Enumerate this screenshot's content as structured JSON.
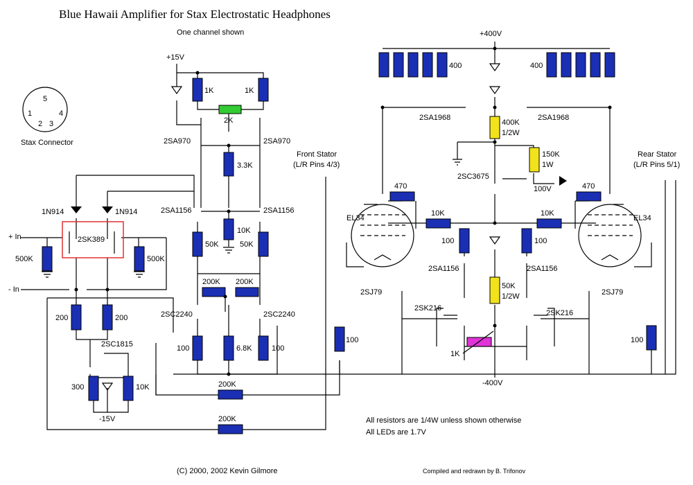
{
  "title": "Blue Hawaii Amplifier for Stax Electrostatic Headphones",
  "subtitle": "One channel shown",
  "connector": {
    "label": "Stax Connector",
    "pins": [
      "5",
      "1",
      "2",
      "3",
      "4"
    ]
  },
  "rails": {
    "v15p": "+15V",
    "v15n": "-15V",
    "v400p": "+400V",
    "v400n": "-400V",
    "v100": "100V"
  },
  "inputs": {
    "plus": "+ In",
    "minus": "- In"
  },
  "stators": {
    "front": "Front Stator",
    "front_pins": "(L/R Pins 4/3)",
    "rear": "Rear Stator",
    "rear_pins": "(L/R Pins 5/1)"
  },
  "components": {
    "r1k_a": "1K",
    "r1k_b": "1K",
    "pot2k": "2K",
    "r3k3": "3.3K",
    "r10k_mid": "10K",
    "r50k_a": "50K",
    "r50k_b": "50K",
    "r200k_a": "200K",
    "r200k_b": "200K",
    "r100_a": "100",
    "r6k8": "6.8K",
    "r100_b": "100",
    "r500k_a": "500K",
    "r500k_b": "500K",
    "r200_a": "200",
    "r200_b": "200",
    "r300": "300",
    "r10k_led": "10K",
    "r200k_fb1": "200K",
    "r200k_fb2": "200K",
    "r400_l": "400",
    "r400_r": "400",
    "r400k": "400K",
    "r400k_w": "1/2W",
    "r150k": "150K",
    "r150k_w": "1W",
    "r470_l": "470",
    "r470_r": "470",
    "r10k_gl": "10K",
    "r10k_gr": "10K",
    "r100_gl": "100",
    "r100_gr": "100",
    "r50k_y": "50K",
    "r50k_yw": "1/2W",
    "r1k_trim": "1K",
    "r100_fs": "100",
    "r100_rs": "100"
  },
  "devices": {
    "q_2sa970_l": "2SA970",
    "q_2sa970_r": "2SA970",
    "q_2sa1156_l": "2SA1156",
    "q_2sa1156_r": "2SA1156",
    "q_2sc2240_l": "2SC2240",
    "q_2sc2240_r": "2SC2240",
    "q_2sk389": "2SK389",
    "d_1n914_a": "1N914",
    "d_1n914_b": "1N914",
    "q_2sc1815": "2SC1815",
    "q_2sa1968_l": "2SA1968",
    "q_2sa1968_r": "2SA1968",
    "q_2sc3675": "2SC3675",
    "v_el34_l": "EL34",
    "v_el34_r": "EL34",
    "q_2sa1156_cl": "2SA1156",
    "q_2sa1156_cr": "2SA1156",
    "q_2sj79_l": "2SJ79",
    "q_2sj79_r": "2SJ79",
    "q_2sk216_l": "2SK216",
    "q_2sk216_r": "2SK216"
  },
  "notes": {
    "n1": "All resistors are 1/4W unless shown otherwise",
    "n2": "All LEDs are 1.7V"
  },
  "credits": {
    "copyright": "(C) 2000, 2002 Kevin Gilmore",
    "redrawn": "Compiled and redrawn by B. Trifonov"
  },
  "colors": {
    "resistor": "#1a2fb4",
    "pot": "#33cc33",
    "highres": "#f2e21c",
    "trim": "#e033d8",
    "jfet_box": "#e03030"
  }
}
